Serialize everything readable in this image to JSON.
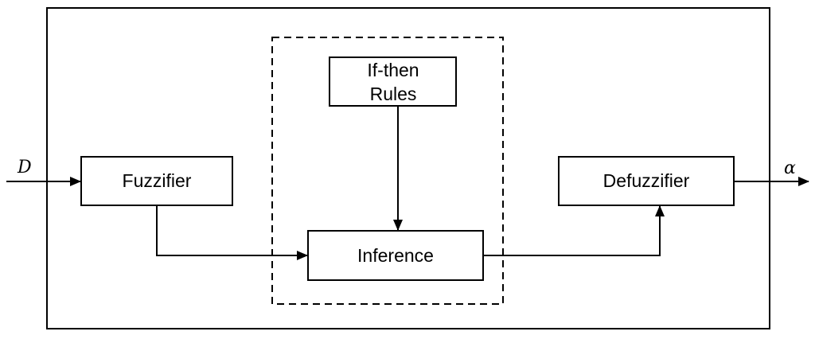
{
  "diagram": {
    "input_label": "D",
    "output_label": "α",
    "blocks": {
      "fuzzifier": "Fuzzifier",
      "rules_line1": "If-then",
      "rules_line2": "Rules",
      "inference": "Inference",
      "defuzzifier": "Defuzzifier"
    },
    "colors": {
      "stroke": "#000000",
      "background": "#ffffff"
    }
  }
}
